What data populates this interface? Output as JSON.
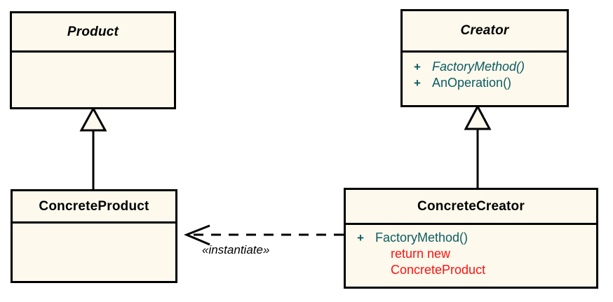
{
  "diagram": {
    "title": "Factory Method pattern class diagram",
    "type": "uml-class-diagram",
    "background_color": "#ffffff",
    "class_fill_color": "#fdf9ec",
    "border_color": "#000000",
    "member_text_color": "#0b5c63",
    "note_text_color": "#ff1111",
    "class_name_color": "#000000"
  },
  "classes": {
    "product": {
      "name": "Product",
      "abstract": true,
      "members": []
    },
    "creator": {
      "name": "Creator",
      "abstract": true,
      "members": [
        {
          "visibility": "+",
          "signature": "FactoryMethod()",
          "abstract": true
        },
        {
          "visibility": "+",
          "signature": "AnOperation()",
          "abstract": false
        }
      ]
    },
    "concrete_product": {
      "name": "ConcreteProduct",
      "abstract": false,
      "members": []
    },
    "concrete_creator": {
      "name": "ConcreteCreator",
      "abstract": false,
      "members": [
        {
          "visibility": "+",
          "signature": "FactoryMethod()",
          "abstract": false
        }
      ],
      "notes": [
        "return new",
        "ConcreteProduct"
      ]
    }
  },
  "relationships": {
    "product_generalization": {
      "kind": "generalization",
      "from": "ConcreteProduct",
      "to": "Product",
      "label": ""
    },
    "creator_generalization": {
      "kind": "generalization",
      "from": "ConcreteCreator",
      "to": "Creator",
      "label": ""
    },
    "instantiate_dependency": {
      "kind": "dependency",
      "from": "ConcreteCreator",
      "to": "ConcreteProduct",
      "label": "«instantiate»"
    }
  }
}
